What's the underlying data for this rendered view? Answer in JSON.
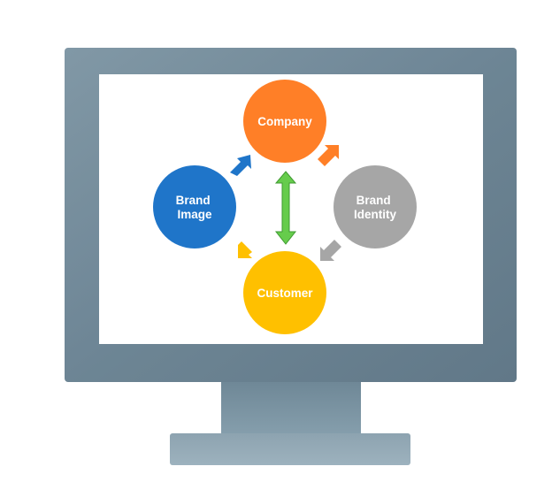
{
  "diagram": {
    "nodes": {
      "company": {
        "lines": [
          "Company"
        ],
        "color": "#FF7F27"
      },
      "identity": {
        "lines": [
          "Brand",
          "Identity"
        ],
        "color": "#A6A6A6"
      },
      "customer": {
        "lines": [
          "Customer"
        ],
        "color": "#FFC000"
      },
      "image": {
        "lines": [
          "Brand",
          "Image"
        ],
        "color": "#1F75C9"
      }
    },
    "arrows": {
      "company_to_identity": "#FF7F27",
      "identity_to_customer": "#A6A6A6",
      "customer_to_image": "#FFC000",
      "image_to_company": "#1F75C9",
      "center_double": "#66CC4C"
    },
    "monitor": {
      "frame_color": "#6A8393",
      "screen_color": "#FFFFFF",
      "stand_color": "#7F97A5"
    }
  }
}
